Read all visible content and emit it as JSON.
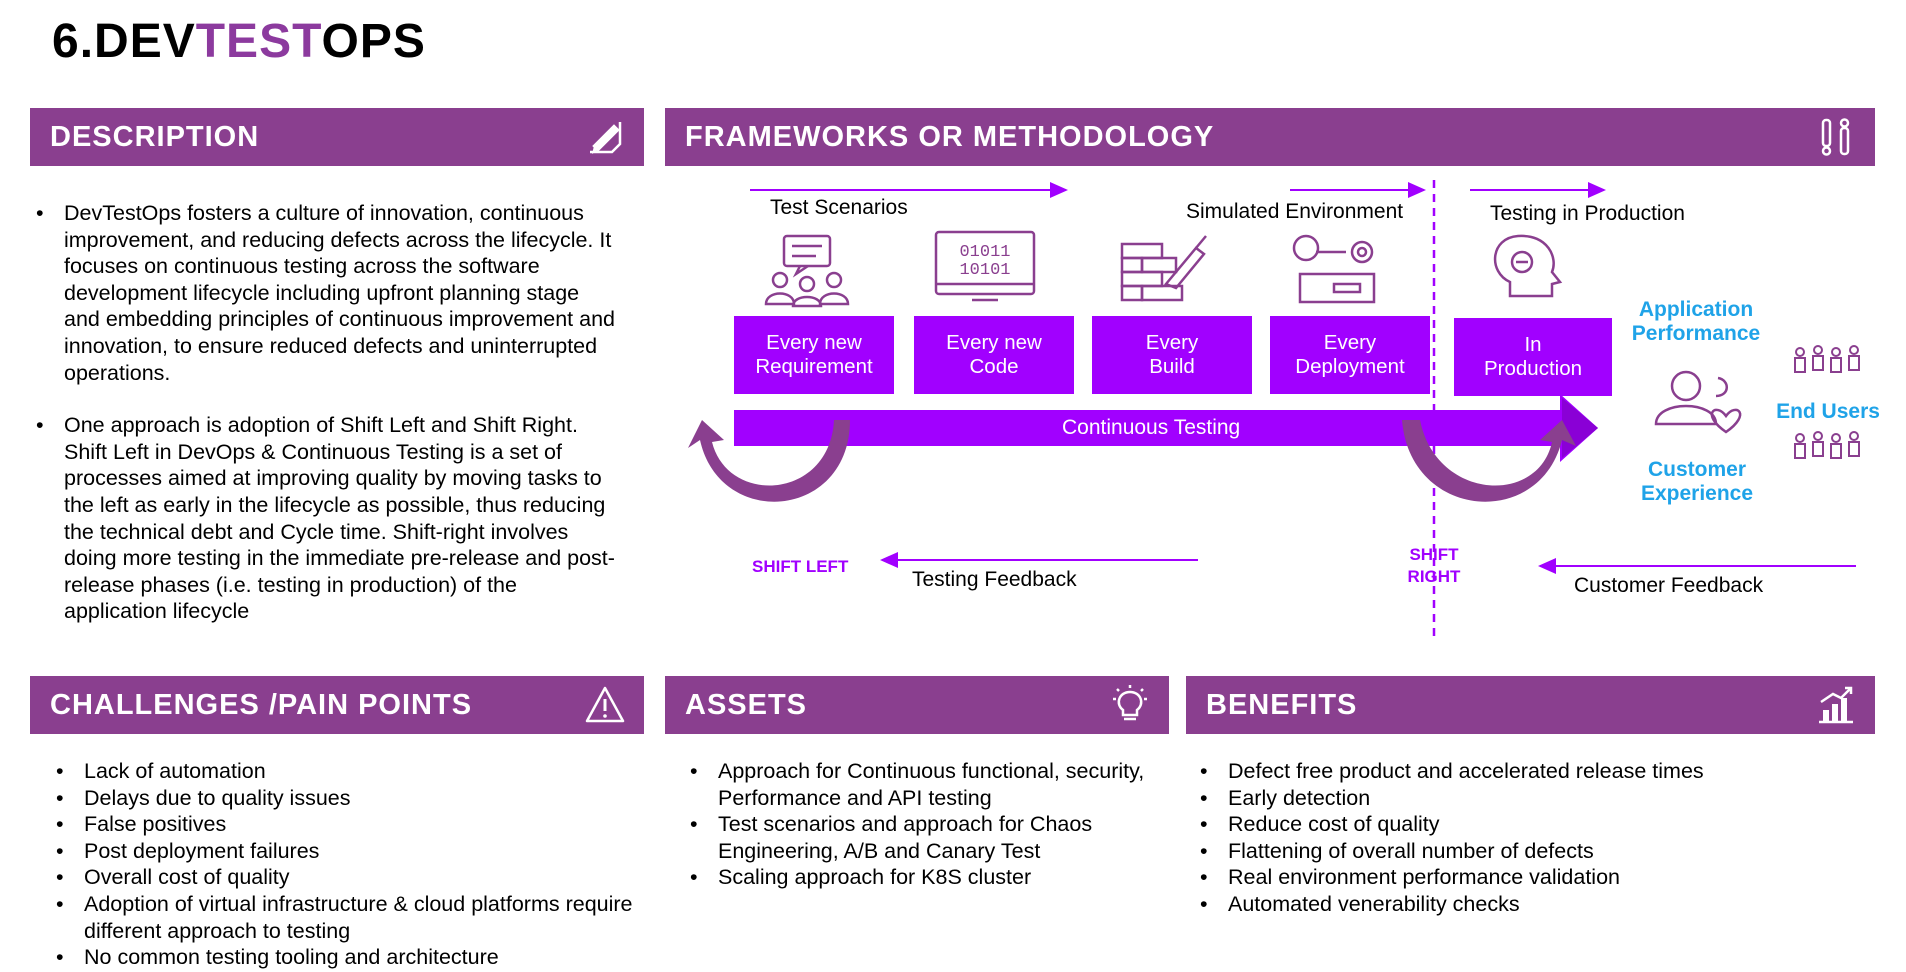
{
  "title": {
    "prefix": "6.DEV",
    "accent": "TEST",
    "suffix": "OPS"
  },
  "sections": {
    "description": "DESCRIPTION",
    "frameworks": "FRAMEWORKS OR METHODOLOGY",
    "challenges": "CHALLENGES /PAIN POINTS",
    "assets": "ASSETS",
    "benefits": "BENEFITS"
  },
  "description": [
    "DevTestOps fosters a culture of innovation, continuous improvement, and reducing defects across the lifecycle. It focuses on continuous testing across the software development lifecycle including upfront planning stage and embedding principles of continuous improvement and innovation, to ensure reduced defects and  uninterrupted operations.",
    "One approach is adoption of Shift Left and Shift Right. Shift Left in DevOps & Continuous Testing is a set of processes aimed at improving quality by moving tasks to the left as early in the lifecycle as possible, thus reducing the technical debt and Cycle time. Shift-right involves doing more testing in the immediate pre-release and post-release phases (i.e. testing in production) of the application lifecycle"
  ],
  "diagram": {
    "top_labels": [
      "Test Scenarios",
      "Simulated Environment",
      "Testing in Production"
    ],
    "stages": [
      {
        "line1": "Every new",
        "line2": "Requirement"
      },
      {
        "line1": "Every new",
        "line2": "Code"
      },
      {
        "line1": "Every",
        "line2": "Build"
      },
      {
        "line1": "Every",
        "line2": "Deployment"
      },
      {
        "line1": "In",
        "line2": "Production"
      }
    ],
    "continuous_testing": "Continuous Testing",
    "shift_left": "SHIFT LEFT",
    "shift_right_1": "SHIFT",
    "shift_right_2": "RIGHT",
    "testing_feedback": "Testing Feedback",
    "customer_feedback": "Customer Feedback",
    "app_perf_1": "Application",
    "app_perf_2": "Performance",
    "end_users": "End Users",
    "cust_exp_1": "Customer",
    "cust_exp_2": "Experience",
    "icon_code_1": "01011",
    "icon_code_2": "10101"
  },
  "challenges": [
    "Lack of automation",
    "Delays due to quality issues",
    "False positives",
    "Post deployment failures",
    "Overall cost of quality",
    "Adoption of virtual infrastructure & cloud platforms require different approach to testing",
    "No common testing tooling and architecture"
  ],
  "assets": [
    "Approach for Continuous functional, security, Performance and API testing",
    "Test scenarios and approach for Chaos Engineering, A/B and Canary Test",
    "Scaling approach for K8S cluster"
  ],
  "benefits": [
    "Defect free product and accelerated release times",
    "Early detection",
    "Reduce cost of quality",
    "Flattening of overall number of defects",
    "Real environment performance validation",
    "Automated venerability checks"
  ],
  "colors": {
    "header": "#8a3f8f",
    "accent": "#a100ff",
    "cyan": "#1fa3e8",
    "title_accent": "#8c3a9e"
  },
  "icons": [
    "pen-paper-icon",
    "pipeline-icon",
    "warning-icon",
    "lightbulb-icon",
    "bar-chart-icon",
    "people-chat-icon",
    "binary-monitor-icon",
    "brick-wall-icon",
    "deploy-gear-icon",
    "head-icon",
    "customer-heart-icon",
    "user-group-icon"
  ]
}
